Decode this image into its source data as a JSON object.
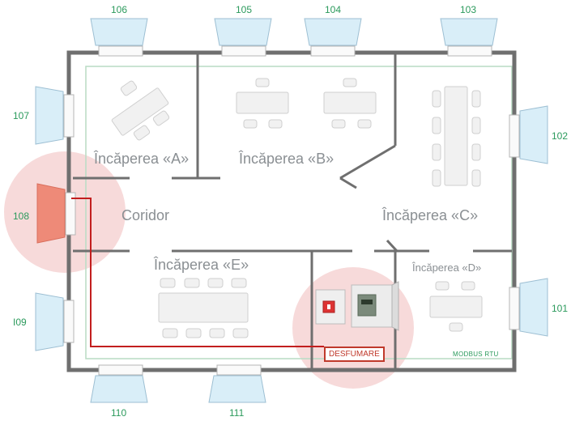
{
  "rooms": {
    "a": "Încăperea «A»",
    "b": "Încăperea «B»",
    "c": "Încăperea «C»",
    "d": "Încăperea «D»",
    "e": "Încăperea «E»",
    "corridor": "Coridor"
  },
  "windows": [
    "101",
    "102",
    "103",
    "104",
    "105",
    "106",
    "107",
    "108",
    "I09",
    "110",
    "111"
  ],
  "panel": {
    "label": "DESFUMARE"
  },
  "bus": {
    "label": "MODBUS RTU"
  },
  "colors": {
    "wall": "#6f6f6f",
    "window_fill": "#d9eef8",
    "window_stroke": "#9dbfd3",
    "active_window": "#ee8a78",
    "highlight": "#f6d3d3",
    "cable": "#c21e1e",
    "bus": "#b9dcc4",
    "label_green": "#2b9a5c"
  }
}
